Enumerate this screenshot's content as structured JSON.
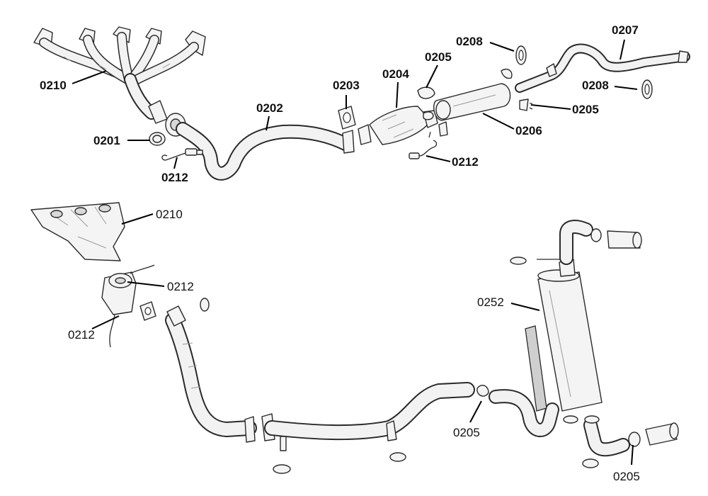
{
  "callouts": {
    "c0210_top": "0210",
    "c0201": "0201",
    "c0212_top_left": "0212",
    "c0202": "0202",
    "c0203": "0203",
    "c0204": "0204",
    "c0205_top": "0205",
    "c0208_top": "0208",
    "c0207": "0207",
    "c0208_right": "0208",
    "c0205_right": "0205",
    "c0206": "0206",
    "c0212_top_mid": "0212",
    "c0210_bottom": "0210",
    "c0212_bottom_a": "0212",
    "c0212_bottom_b": "0212",
    "c0252": "0252",
    "c0205_bottom_a": "0205",
    "c0205_bottom_b": "0205"
  },
  "colors": {
    "line": "#2a2a2a",
    "fill": "#f4f4f4",
    "background": "#ffffff"
  }
}
